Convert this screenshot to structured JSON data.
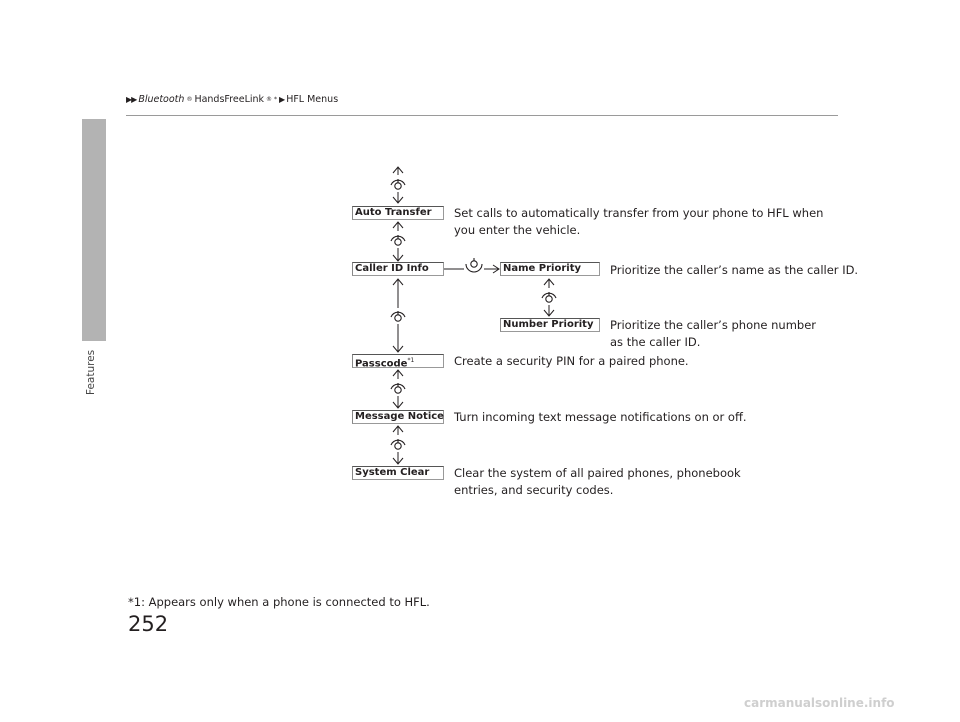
{
  "breadcrumb": {
    "part1": "Bluetooth",
    "reg1": "®",
    "part2": " HandsFreeLink",
    "reg2": "®",
    "star": "*",
    "part3": "HFL Menus"
  },
  "sidebar": {
    "label": "Features"
  },
  "menu": {
    "auto_transfer": {
      "label": "Auto Transfer",
      "desc": "Set calls to automatically transfer from your phone to HFL when you enter the vehicle."
    },
    "caller_id_info": {
      "label": "Caller ID Info"
    },
    "name_priority": {
      "label": "Name Priority",
      "desc": "Prioritize the caller’s name as the caller ID."
    },
    "number_priority": {
      "label": "Number Priority",
      "desc": "Prioritize the caller’s phone number as the caller ID."
    },
    "passcode": {
      "label": "Passcode",
      "note": "*1",
      "desc": "Create a security PIN for a paired phone."
    },
    "message_notice": {
      "label": "Message Notice",
      "desc": "Turn incoming text message notifications on or off."
    },
    "system_clear": {
      "label": "System Clear",
      "desc": "Clear the system of all paired phones, phonebook entries, and security codes."
    }
  },
  "footnote": "*1:  Appears only when a phone is connected to HFL.",
  "page_number": "252",
  "watermark": "carmanualsonline.info"
}
